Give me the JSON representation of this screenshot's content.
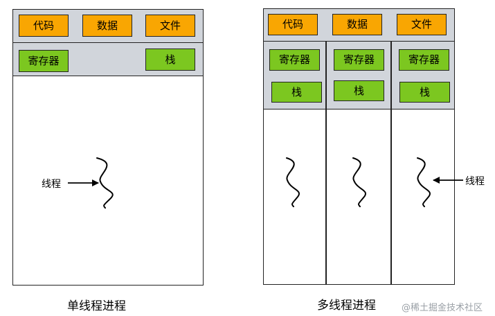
{
  "single": {
    "top_items": [
      "代码",
      "数据",
      "文件"
    ],
    "register": "寄存器",
    "stack": "栈",
    "thread_label": "线程",
    "caption": "单线程进程"
  },
  "multi": {
    "top_items": [
      "代码",
      "数据",
      "文件"
    ],
    "threads": [
      {
        "register": "寄存器",
        "stack": "栈"
      },
      {
        "register": "寄存器",
        "stack": "栈"
      },
      {
        "register": "寄存器",
        "stack": "栈"
      }
    ],
    "thread_label": "线程",
    "caption": "多线程进程"
  },
  "watermark": "@稀土掘金技术社区",
  "colors": {
    "shared_resource": "#f9a602",
    "thread_resource": "#7cc720",
    "band": "#d1d5db"
  }
}
